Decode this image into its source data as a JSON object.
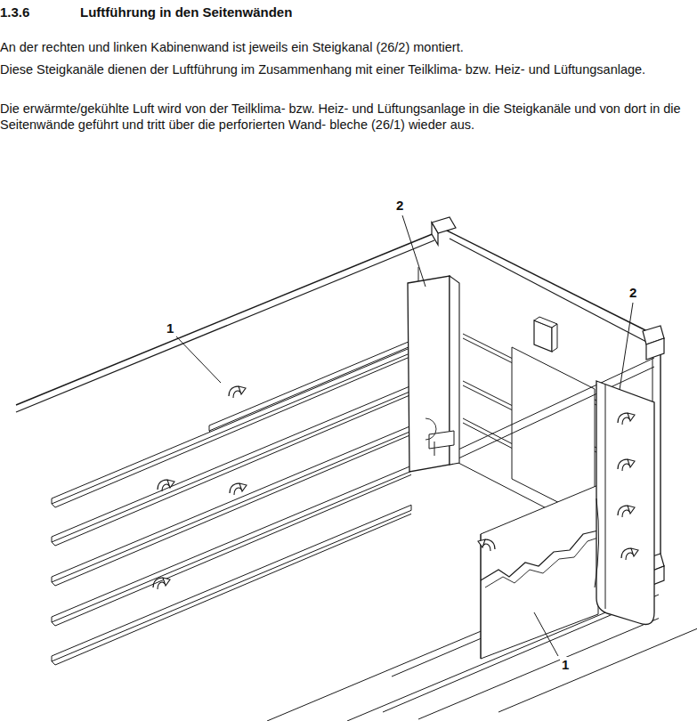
{
  "diagram": {
    "title": "Luftführung in den Seitenwänden",
    "labels": [
      "1.3.6",
      "An der rechten und linken Kabinenwand ist jeweils ein Steigkanal (26/2) montiert.",
      "Diese Steigkanäle dienen der Luftführung im Zusammenhang mit einer Teilklima- bzw. Heiz- und Lüftungsanlage.",
      "Die erwärmte/gekühlte Luft wird von der Teilklima- bzw. Heiz- und Lüftungsanlage in die Steigkanäle und von dort in die Seitenwände geführt und tritt über die perforierten Wand- bleche (26/1) wieder aus.",
      "1",
      "2",
      "2",
      "1"
    ]
  }
}
